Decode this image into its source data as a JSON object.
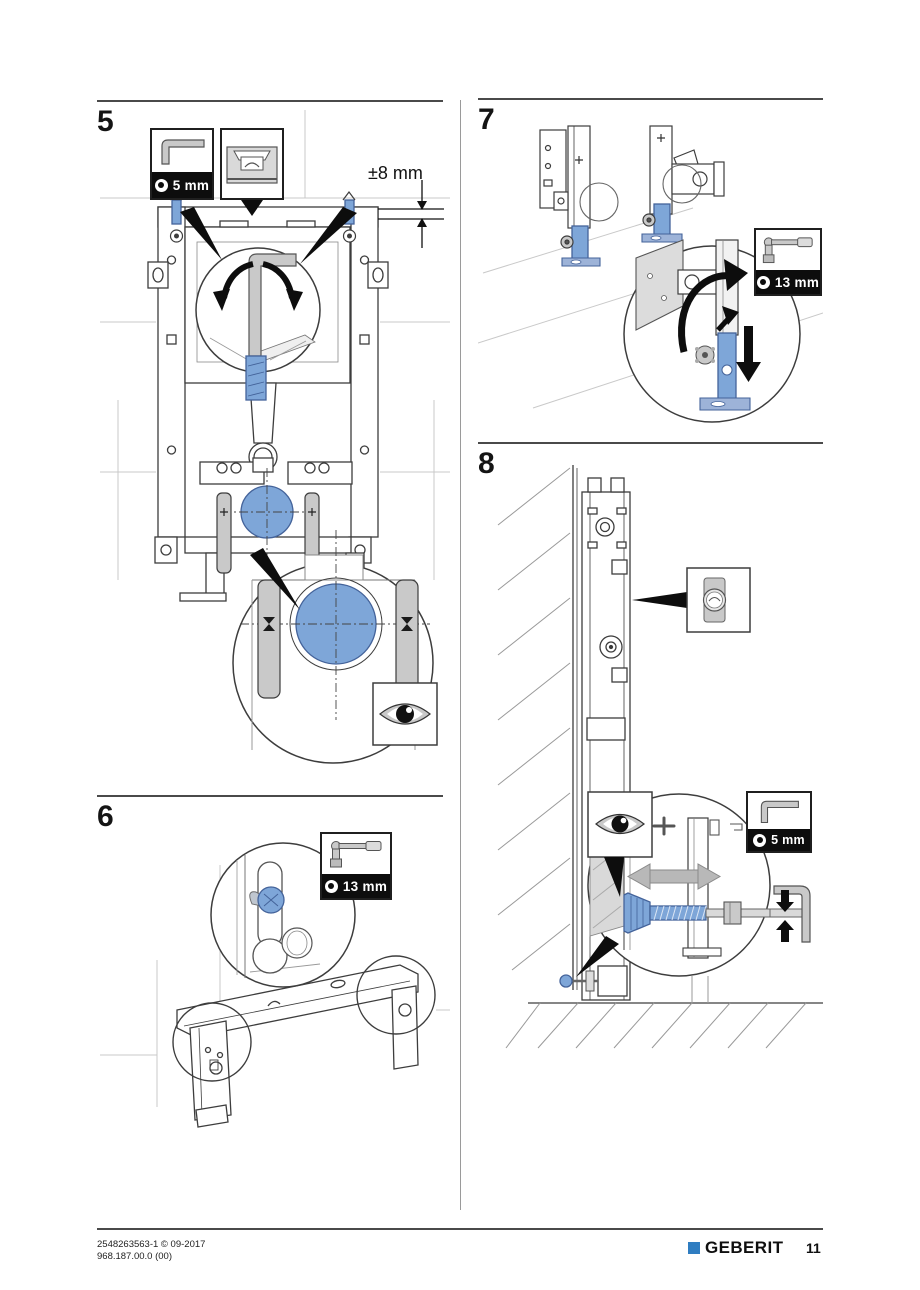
{
  "steps": {
    "s5": {
      "number": "5",
      "tolerance": "±8 mm",
      "tool": {
        "type": "allen-key",
        "size": "5 mm"
      }
    },
    "s6": {
      "number": "6",
      "tool": {
        "type": "socket-wrench",
        "size": "13 mm"
      }
    },
    "s7": {
      "number": "7",
      "tool": {
        "type": "socket-wrench",
        "size": "13 mm"
      }
    },
    "s8": {
      "number": "8",
      "tool": {
        "type": "allen-key",
        "size": "5 mm"
      }
    }
  },
  "footer": {
    "doc_id": "2548263563-1 © 09-2017",
    "doc_version": "968.187.00.0 (00)",
    "brand": "GEBERIT",
    "page_number": "11"
  },
  "colors": {
    "accent_blue": "#7ea6d8",
    "brand_blue": "#2f7dc1",
    "drawing_line": "#3d3d3d"
  }
}
